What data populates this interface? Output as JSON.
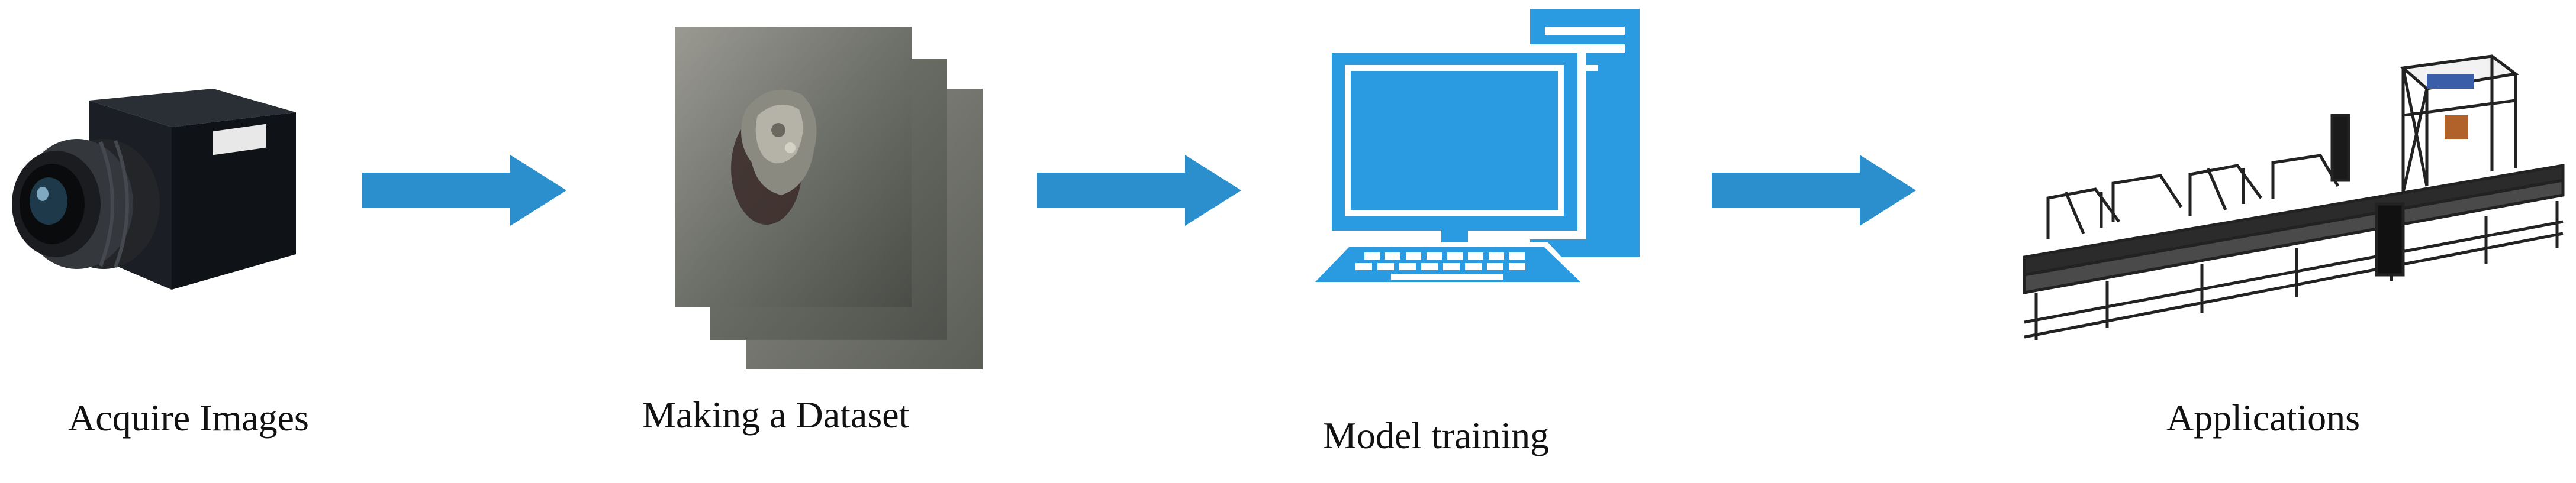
{
  "stages": [
    {
      "label": "Acquire Images",
      "icon": "camera-icon"
    },
    {
      "label": "Making a Dataset",
      "icon": "image-stack-icon"
    },
    {
      "label": "Model training",
      "icon": "computer-icon"
    },
    {
      "label": "Applications",
      "icon": "conveyor-machine-icon"
    }
  ],
  "colors": {
    "arrow": "#2b8fcd",
    "computer": "#2a9be0",
    "camera_body": "#14171c",
    "lens": "#2a2c30"
  }
}
